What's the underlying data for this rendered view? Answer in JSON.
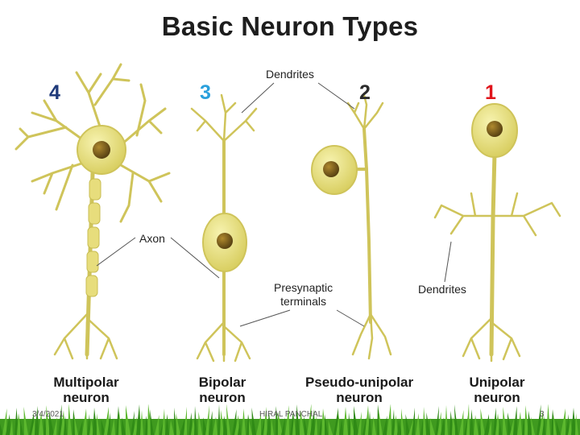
{
  "title": "Basic Neuron Types",
  "callouts": {
    "dendrites_top": "Dendrites",
    "axon": "Axon",
    "presynaptic_line1": "Presynaptic",
    "presynaptic_line2": "terminals",
    "dendrites_right": "Dendrites"
  },
  "neurons": [
    {
      "number": "4",
      "name_line1": "Multipolar",
      "name_line2": "neuron"
    },
    {
      "number": "3",
      "name_line1": "Bipolar",
      "name_line2": "neuron"
    },
    {
      "number": "2",
      "name_line1": "Pseudo-unipolar",
      "name_line2": "neuron"
    },
    {
      "number": "1",
      "name_line1": "Unipolar",
      "name_line2": "neuron"
    }
  ],
  "footer": {
    "date": "3/4/2021",
    "author": "HIRAL PANCHAL",
    "page": "3"
  },
  "colors": {
    "number_4": "#1f3a7a",
    "number_3": "#2aa0dc",
    "number_2": "#2b2b2b",
    "number_1": "#e0141b",
    "neuron_body": "#e3d86f",
    "grass": "#3f9a1f"
  }
}
